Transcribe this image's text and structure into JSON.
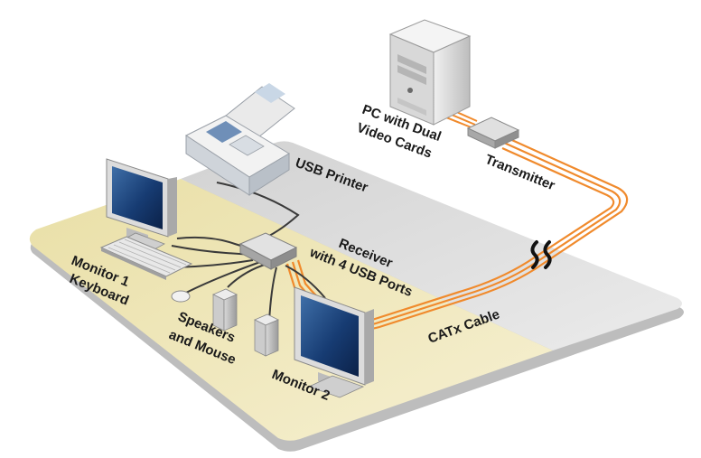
{
  "labels": {
    "pc": [
      "PC with Dual",
      "Video Cards"
    ],
    "transmitter": "Transmitter",
    "usb_printer": "USB Printer",
    "receiver": [
      "Receiver",
      "with 4 USB Ports"
    ],
    "monitor1": [
      "Monitor 1",
      "Keyboard"
    ],
    "speakers": [
      "Speakers",
      "and Mouse"
    ],
    "catx": "CATx Cable",
    "monitor2": "Monitor 2"
  },
  "colors": {
    "platform_yellow": "#efe6b4",
    "platform_gray": "#dcdcdc",
    "cable_orange": "#f08a2c",
    "cable_dark": "#333333"
  }
}
